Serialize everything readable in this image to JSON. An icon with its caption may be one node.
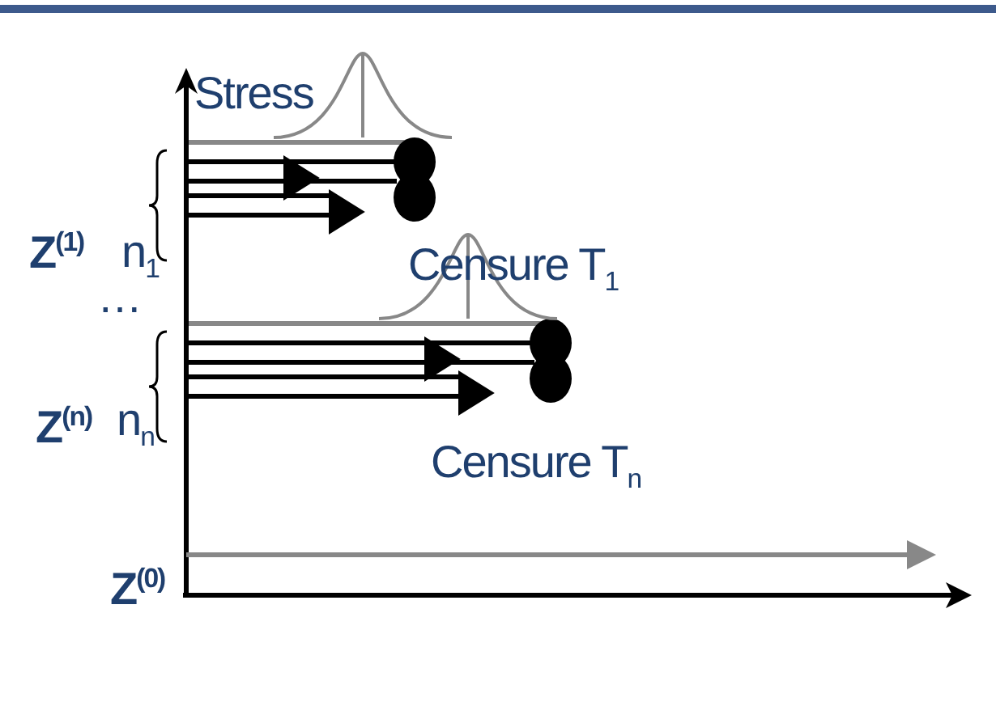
{
  "diagram": {
    "labels": [
      "Stress",
      "Z$^{(1)}$",
      "n$_{1}$",
      "…",
      "Censure T$_{1}$",
      "Z$^{(n)}$",
      "n$_{n}$",
      "Censure T$_{n}$",
      "Z$^{(0)}$"
    ]
  }
}
